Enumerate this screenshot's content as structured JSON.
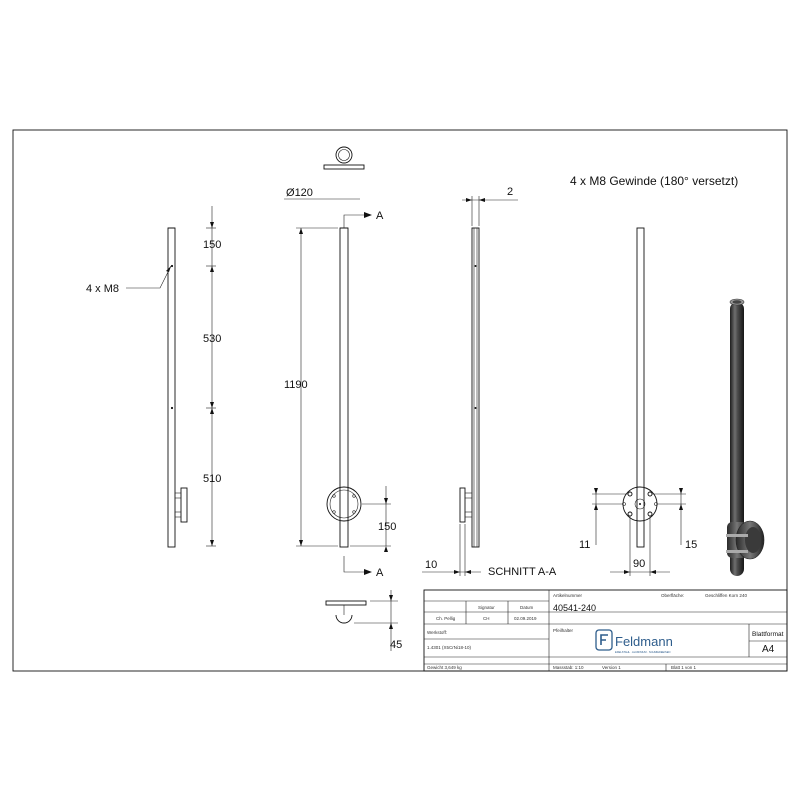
{
  "note_top": "4 x M8 Gewinde (180° versetzt)",
  "view_side": {
    "thread_label": "4 x M8",
    "dims": [
      "150",
      "530",
      "510"
    ]
  },
  "view_front": {
    "diameter": "120",
    "total_height": "1190",
    "flange_height": "150",
    "offset": "45",
    "section_mark": "A"
  },
  "view_section": {
    "wall": "2",
    "plate": "10",
    "caption": "SCHNITT A-A"
  },
  "view_back": {
    "left": "11",
    "right": "15",
    "width": "90"
  },
  "title_block": {
    "h_signature": "Signatur",
    "h_date": "Datum",
    "h_article": "Artikelnummer",
    "h_surface": "Oberfläche:",
    "surface": "Geschliffen Korn 240",
    "name": "Ch. Pellig",
    "sig": "CH",
    "date": "02.09.2019",
    "article": "40541-240",
    "label_title": "Pfeilhalter",
    "label_material": "Werkstoff:",
    "material": "1.4301 (X5CrNi18-10)",
    "company": "Feldmann",
    "company_sub": "EDELSTAHL · ALUMINIUM · SCHMIEDEEISEN",
    "format_label": "Blattformat",
    "format": "A4",
    "weight": "Gewicht 3,649 kg",
    "scale": "Massstab: 1:10",
    "version": "Version 1",
    "sheet": "Blatt 1 von 1"
  }
}
